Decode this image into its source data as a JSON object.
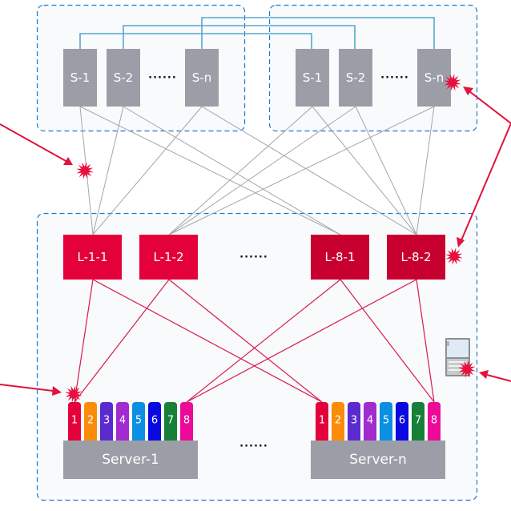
{
  "diagram": {
    "title": "",
    "spine_groups": [
      {
        "id": "spine-group-1",
        "nodes": [
          "S-1",
          "S-2",
          "S-n"
        ],
        "ellipsis": "······"
      },
      {
        "id": "spine-group-2",
        "nodes": [
          "S-1",
          "S-2",
          "S-n"
        ],
        "ellipsis": "······"
      }
    ],
    "leaf_group": {
      "nodes": [
        "L-1-1",
        "L-1-2",
        "L-8-1",
        "L-8-2"
      ],
      "ellipsis": "······"
    },
    "servers": [
      {
        "label": "Server-1",
        "ports": [
          "1",
          "2",
          "3",
          "4",
          "5",
          "6",
          "7",
          "8"
        ]
      },
      {
        "label": "Server-n",
        "ports": [
          "1",
          "2",
          "3",
          "4",
          "5",
          "6",
          "7",
          "8"
        ]
      }
    ],
    "servers_ellipsis": "······",
    "port_colors": [
      "#e4003a",
      "#fb8c0a",
      "#5b2bd0",
      "#a22bd0",
      "#0b8fe3",
      "#0a0ae0",
      "#168038",
      "#ec0a98"
    ],
    "colors": {
      "spine": "#9c9ea7",
      "leaf_left": "#e4003a",
      "leaf_right": "#c8002f",
      "server": "#9c9ea7",
      "group_border": "#1f7acc",
      "spine_interconnect": "#58a6cf",
      "spine_leaf_link": "#a4a6ab",
      "leaf_server_link": "#d81b4a",
      "fault_marker": "#e8103e"
    },
    "fault_points": [
      "spine-leaf-link",
      "spine-group-2-S-n",
      "leaf-L-8-2",
      "server-1-port-1",
      "storage-device"
    ],
    "devices": [
      {
        "type": "storage-device-icon"
      }
    ]
  }
}
